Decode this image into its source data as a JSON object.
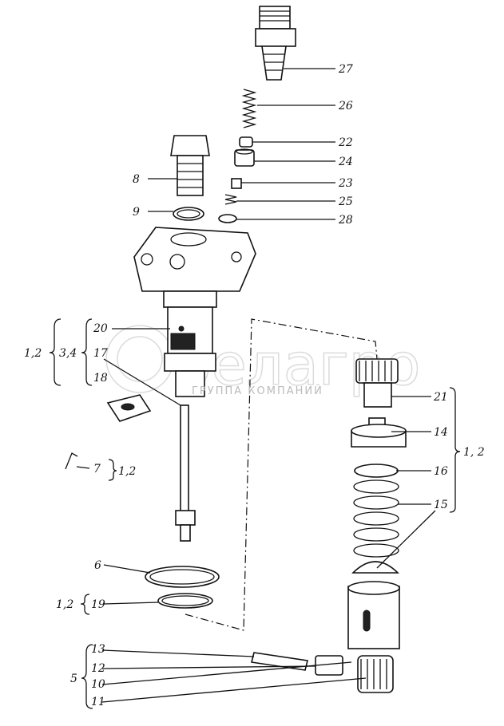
{
  "watermark": {
    "brand": "белагро",
    "subtitle": "ГРУППА КОМПАНИЙ"
  },
  "labels": {
    "p27": "27",
    "p26": "26",
    "p22": "22",
    "p24": "24",
    "p23": "23",
    "p25": "25",
    "p28": "28",
    "p8": "8",
    "p9": "9",
    "p20": "20",
    "p17": "17",
    "p18": "18",
    "g12a": "1,2",
    "g34": "3,4",
    "p7": "7",
    "g7": "1,2",
    "p21": "21",
    "p14": "14",
    "p16": "16",
    "p15": "15",
    "g12b": "1, 2",
    "p6": "6",
    "p19": "19",
    "g19": "1,2",
    "p13": "13",
    "p12": "12",
    "p10": "10",
    "p11": "11",
    "g5": "5"
  }
}
